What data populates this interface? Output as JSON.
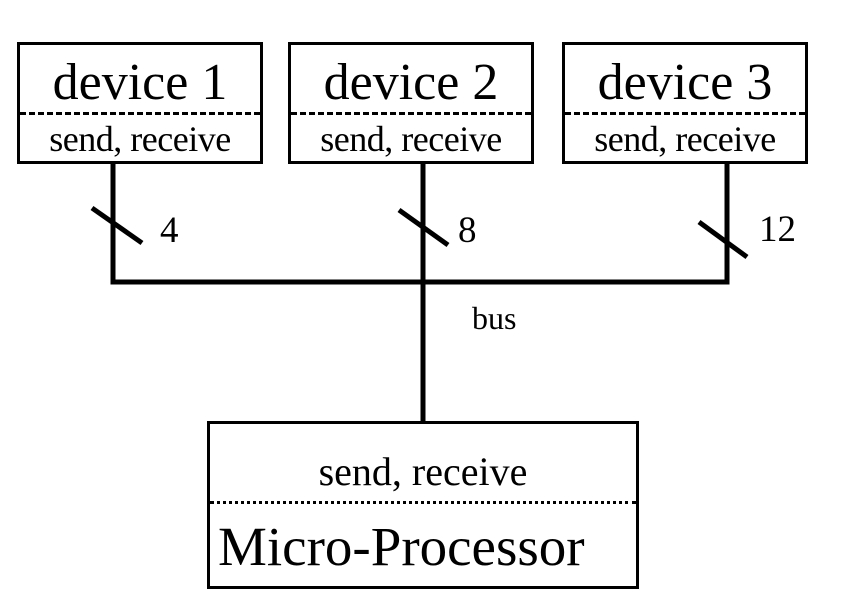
{
  "devices": [
    {
      "name": "device 1",
      "ops": "send, receive",
      "width": "4"
    },
    {
      "name": "device 2",
      "ops": "send, receive",
      "width": "8"
    },
    {
      "name": "device 3",
      "ops": "send, receive",
      "width": "12"
    }
  ],
  "bus": {
    "label": "bus"
  },
  "processor": {
    "ops": "send, receive",
    "name": "Micro-Processor"
  }
}
